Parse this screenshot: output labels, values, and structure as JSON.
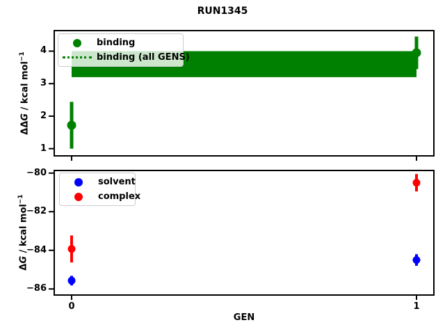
{
  "figure": {
    "title": "RUN1345",
    "background": "#ffffff",
    "spine_color": "#000000"
  },
  "chart_data": [
    {
      "type": "scatter",
      "subplot": "top",
      "ylabel": "ΔΔG / kcal mol⁻¹",
      "ylabel_parts": {
        "pre": "ΔΔ",
        "var": "G",
        "unit": " / kcal mol",
        "sup": "−1"
      },
      "xlabel": "",
      "xlim": [
        -0.0484,
        1.0484
      ],
      "ylim": [
        0.8,
        4.61
      ],
      "xticks": [
        0,
        1
      ],
      "xticklabels": [],
      "yticks": [
        1,
        2,
        3,
        4
      ],
      "yticklabels": [
        "1",
        "2",
        "3",
        "4"
      ],
      "grid": false,
      "legend_location": "upper left",
      "series": [
        {
          "name": "binding",
          "kind": "errorbar",
          "color": "#008000",
          "marker": "circle",
          "x": [
            0,
            1
          ],
          "y": [
            1.72,
            3.95
          ],
          "yerr": [
            0.72,
            0.5
          ]
        },
        {
          "name": "binding (all GENS)",
          "kind": "hline-band",
          "color": "#008000",
          "linestyle": "dotted",
          "value": 3.6,
          "band": [
            3.2,
            4.0
          ],
          "xspan": [
            0,
            1
          ]
        }
      ]
    },
    {
      "type": "scatter",
      "subplot": "bottom",
      "ylabel": "ΔG / kcal mol⁻¹",
      "ylabel_parts": {
        "pre": "Δ",
        "var": "G",
        "unit": " / kcal mol",
        "sup": "−1"
      },
      "xlabel": "GEN",
      "xlim": [
        -0.0484,
        1.0484
      ],
      "ylim": [
        -86.28,
        -79.9
      ],
      "xticks": [
        0,
        1
      ],
      "xticklabels": [
        "0",
        "1"
      ],
      "yticks": [
        -80,
        -82,
        -84,
        -86
      ],
      "yticklabels": [
        "−80",
        "−82",
        "−84",
        "−86"
      ],
      "grid": false,
      "legend_location": "upper left",
      "series": [
        {
          "name": "solvent",
          "kind": "errorbar",
          "color": "#0000ff",
          "marker": "circle",
          "x": [
            0,
            1
          ],
          "y": [
            -85.57,
            -84.5
          ],
          "yerr": [
            0.25,
            0.3
          ]
        },
        {
          "name": "complex",
          "kind": "errorbar",
          "color": "#ff0000",
          "marker": "circle",
          "x": [
            0,
            1
          ],
          "y": [
            -83.93,
            -80.5
          ],
          "yerr": [
            0.7,
            0.45
          ]
        }
      ]
    }
  ]
}
